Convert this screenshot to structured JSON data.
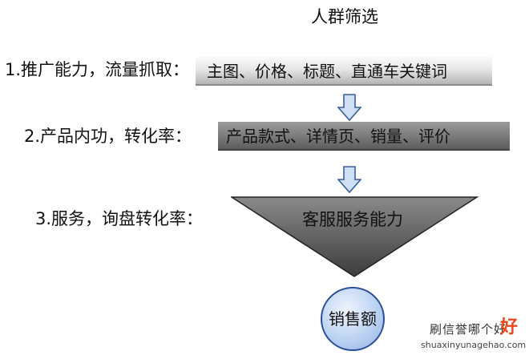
{
  "title": "人群筛选",
  "stages": [
    {
      "label": "1.推广能力，流量抓取：",
      "factors": "主图、价格、标题、直通车关键词"
    },
    {
      "label": "2.产品内功，转化率：",
      "factors": "产品款式、详情页、销量、评价"
    },
    {
      "label": "3.服务，询盘转化率：",
      "factors": "客服服务能力"
    }
  ],
  "result": "销售额",
  "watermark": {
    "text": "刷信誉哪个好",
    "url": "shuaxinyunagehao.com",
    "logo": "好"
  },
  "colors": {
    "bar1": "#e6e6e6",
    "bar2": "#7a7a7a",
    "funnel": "#6e6e6e",
    "arrow": "#cfe0f5",
    "arrow_border": "#3a5f9e",
    "circle": "#bdd3f3",
    "circle_border": "#2a4f9a"
  },
  "icons": [
    "down-arrow-icon",
    "down-arrow-icon"
  ]
}
